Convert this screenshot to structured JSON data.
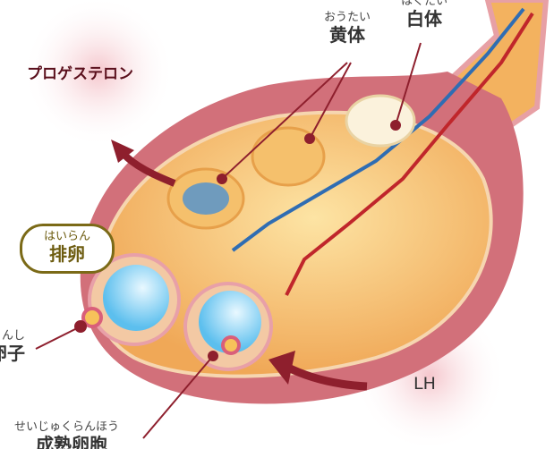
{
  "labels": {
    "corpus_albicans": {
      "ruby": "はくたい",
      "text": "白体"
    },
    "corpus_luteum": {
      "ruby": "おうたい",
      "text": "黄体"
    },
    "ovulation": {
      "ruby": "はいらん",
      "text": "排卵"
    },
    "ovum": {
      "ruby": "んし",
      "text": "卵子"
    },
    "mature_follicle": {
      "ruby": "せいじゅくらんほう",
      "text": "成熟卵胞"
    }
  },
  "hormones": {
    "progesterone": "プロゲステロン",
    "lh": "LH"
  },
  "colors": {
    "tissue": "#d2707a",
    "stroma": "#f4b866",
    "artery": "#c0262b",
    "vein": "#2f6db3",
    "arrow": "#8e1f2d",
    "follicle": "#7fd0f5",
    "badge": "#7b6a17"
  }
}
